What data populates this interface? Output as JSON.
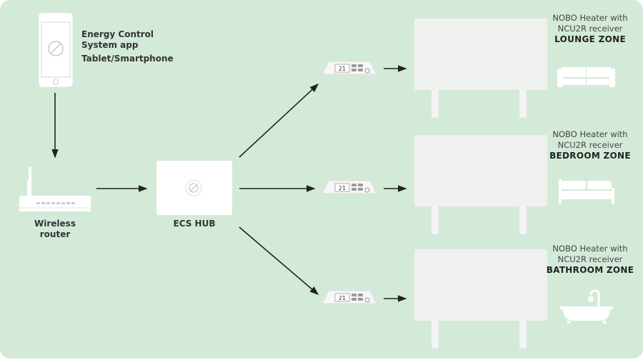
{
  "app": {
    "line1": "Energy Control",
    "line2": "System app",
    "line3": "Tablet/Smartphone"
  },
  "router": {
    "line1": "Wireless",
    "line2": "router"
  },
  "hub": {
    "label": "ECS HUB"
  },
  "zones": [
    {
      "line1": "NOBO Heater with",
      "line2": "NCU2R receiver",
      "name": "LOUNGE ZONE",
      "icon": "sofa-icon"
    },
    {
      "line1": "NOBO Heater with",
      "line2": "NCU2R receiver",
      "name": "BEDROOM ZONE",
      "icon": "bed-icon"
    },
    {
      "line1": "NOBO Heater with",
      "line2": "NCU2R receiver",
      "name": "BATHROOM ZONE",
      "icon": "bathtub-icon"
    }
  ],
  "thermostat": {
    "temp": "21"
  },
  "colors": {
    "background": "#d3ead9",
    "arrow": "#222222",
    "device": "#ffffff"
  }
}
